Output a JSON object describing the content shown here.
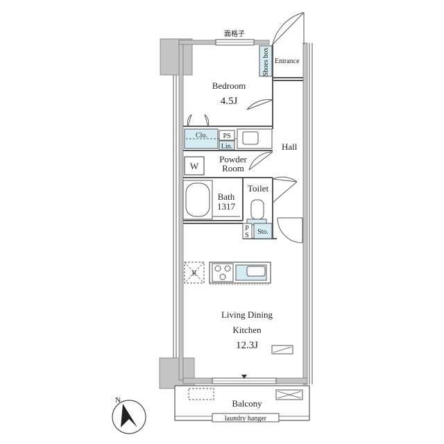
{
  "rooms": {
    "bedroom": {
      "name": "Bedroom",
      "size": "4.5J"
    },
    "ldk": {
      "name_line1": "Living Dining",
      "name_line2": "Kitchen",
      "size": "12.3J"
    },
    "hall": {
      "name": "Hall"
    },
    "powder": {
      "name_line1": "Powder",
      "name_line2": "Room"
    },
    "bath": {
      "name": "Bath",
      "size": "1317"
    },
    "toilet": {
      "name": "Toilet"
    },
    "entrance": {
      "name": "Entrance"
    },
    "balcony": {
      "name": "Balcony"
    }
  },
  "fixtures": {
    "lattice": "面格子",
    "shoes_box": "Shoes box",
    "closet": "Clo.",
    "pipe_space_1": "PS",
    "linen": "Lin.",
    "washer": "W",
    "pipe_space_2_top": "P",
    "pipe_space_2_bottom": "S",
    "storage": "Sto.",
    "refrigerator": "R",
    "laundry_hanger": "laundry hanger"
  },
  "compass": {
    "label": "N"
  },
  "colors": {
    "wall": "#bfbfbf",
    "line": "#555555",
    "fixture_fill": "#d6ecf3",
    "window": "#9a9a9a"
  }
}
